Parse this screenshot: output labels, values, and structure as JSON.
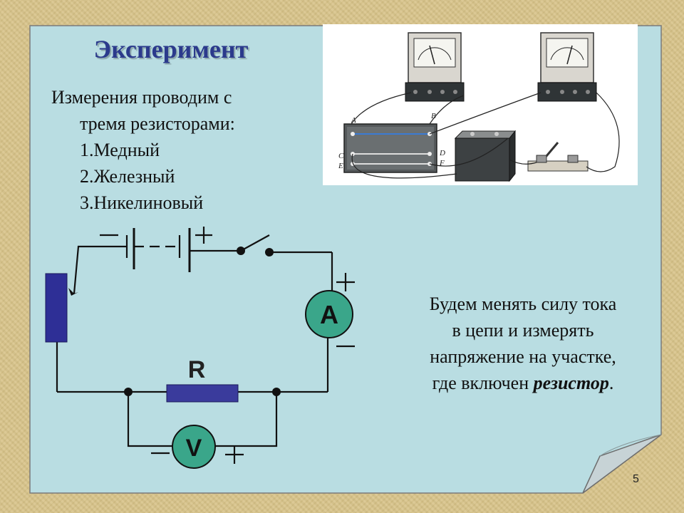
{
  "slide": {
    "title": "Эксперимент",
    "intro_line_1": "Измерения проводим с",
    "intro_line_2": "тремя резисторами:",
    "resistors": [
      "1.Медный",
      "2.Железный",
      "3.Никелиновый"
    ],
    "note_line_1": "Будем менять силу тока",
    "note_line_2": "в цепи и измерять",
    "note_line_3": "напряжение на участке,",
    "note_line_4_prefix": "где включен ",
    "note_emphasis": "резистор",
    "note_suffix": ".",
    "page_number": "5"
  },
  "photo": {
    "terminal_labels": [
      "A",
      "B",
      "C",
      "D",
      "E",
      "F"
    ]
  },
  "circuit": {
    "ammeter_label": "A",
    "voltmeter_label": "V",
    "resistor_label": "R",
    "minus_sign": "−",
    "plus_sign": "+"
  },
  "colors": {
    "slide_bg": "#b9dde2",
    "page_bg": "#d8c48a",
    "title": "#2b3a8c",
    "meter_fill": "#3aa68a",
    "rheostat": "#2e2f96",
    "resistor": "#3a3b9c"
  }
}
